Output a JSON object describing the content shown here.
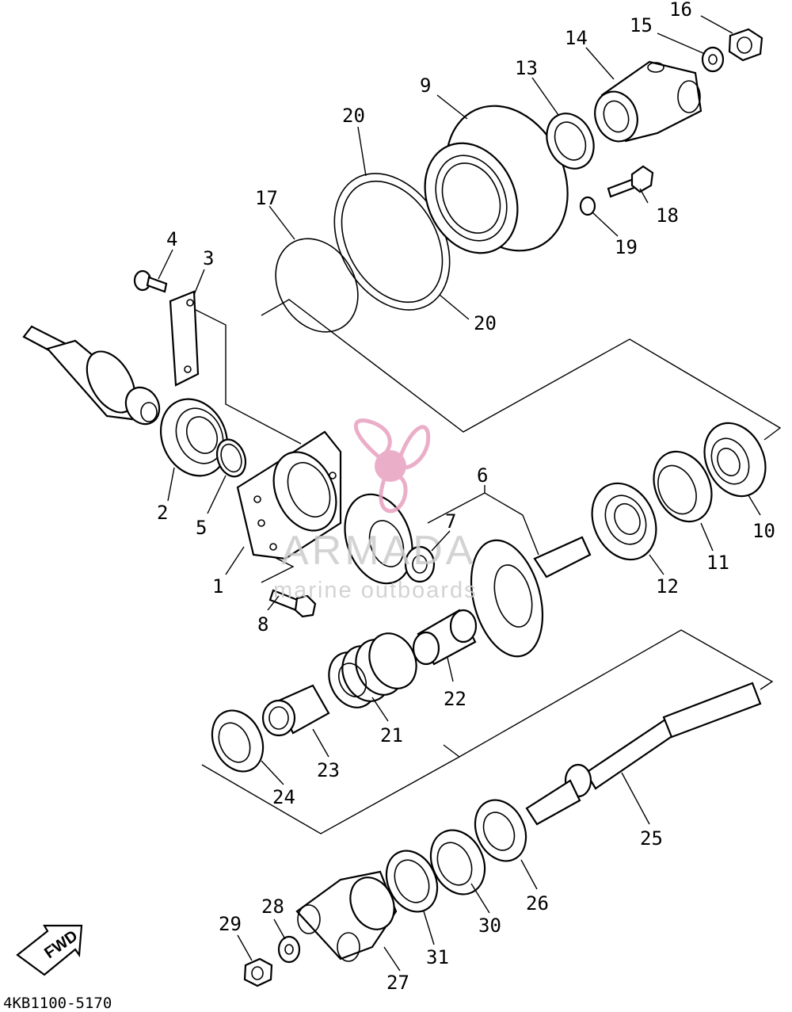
{
  "diagram": {
    "catalog_code": "4KB1100-5170",
    "fwd_label": "FWD",
    "watermark": {
      "name": "ARMADA",
      "subtitle": "marine outboards",
      "color": "#e8a0c0"
    },
    "callouts": [
      "1",
      "2",
      "3",
      "4",
      "5",
      "6",
      "7",
      "8",
      "9",
      "10",
      "11",
      "12",
      "13",
      "14",
      "15",
      "16",
      "17",
      "18",
      "19",
      "20",
      "20",
      "21",
      "22",
      "23",
      "24",
      "25",
      "26",
      "27",
      "28",
      "29",
      "30",
      "31"
    ]
  }
}
